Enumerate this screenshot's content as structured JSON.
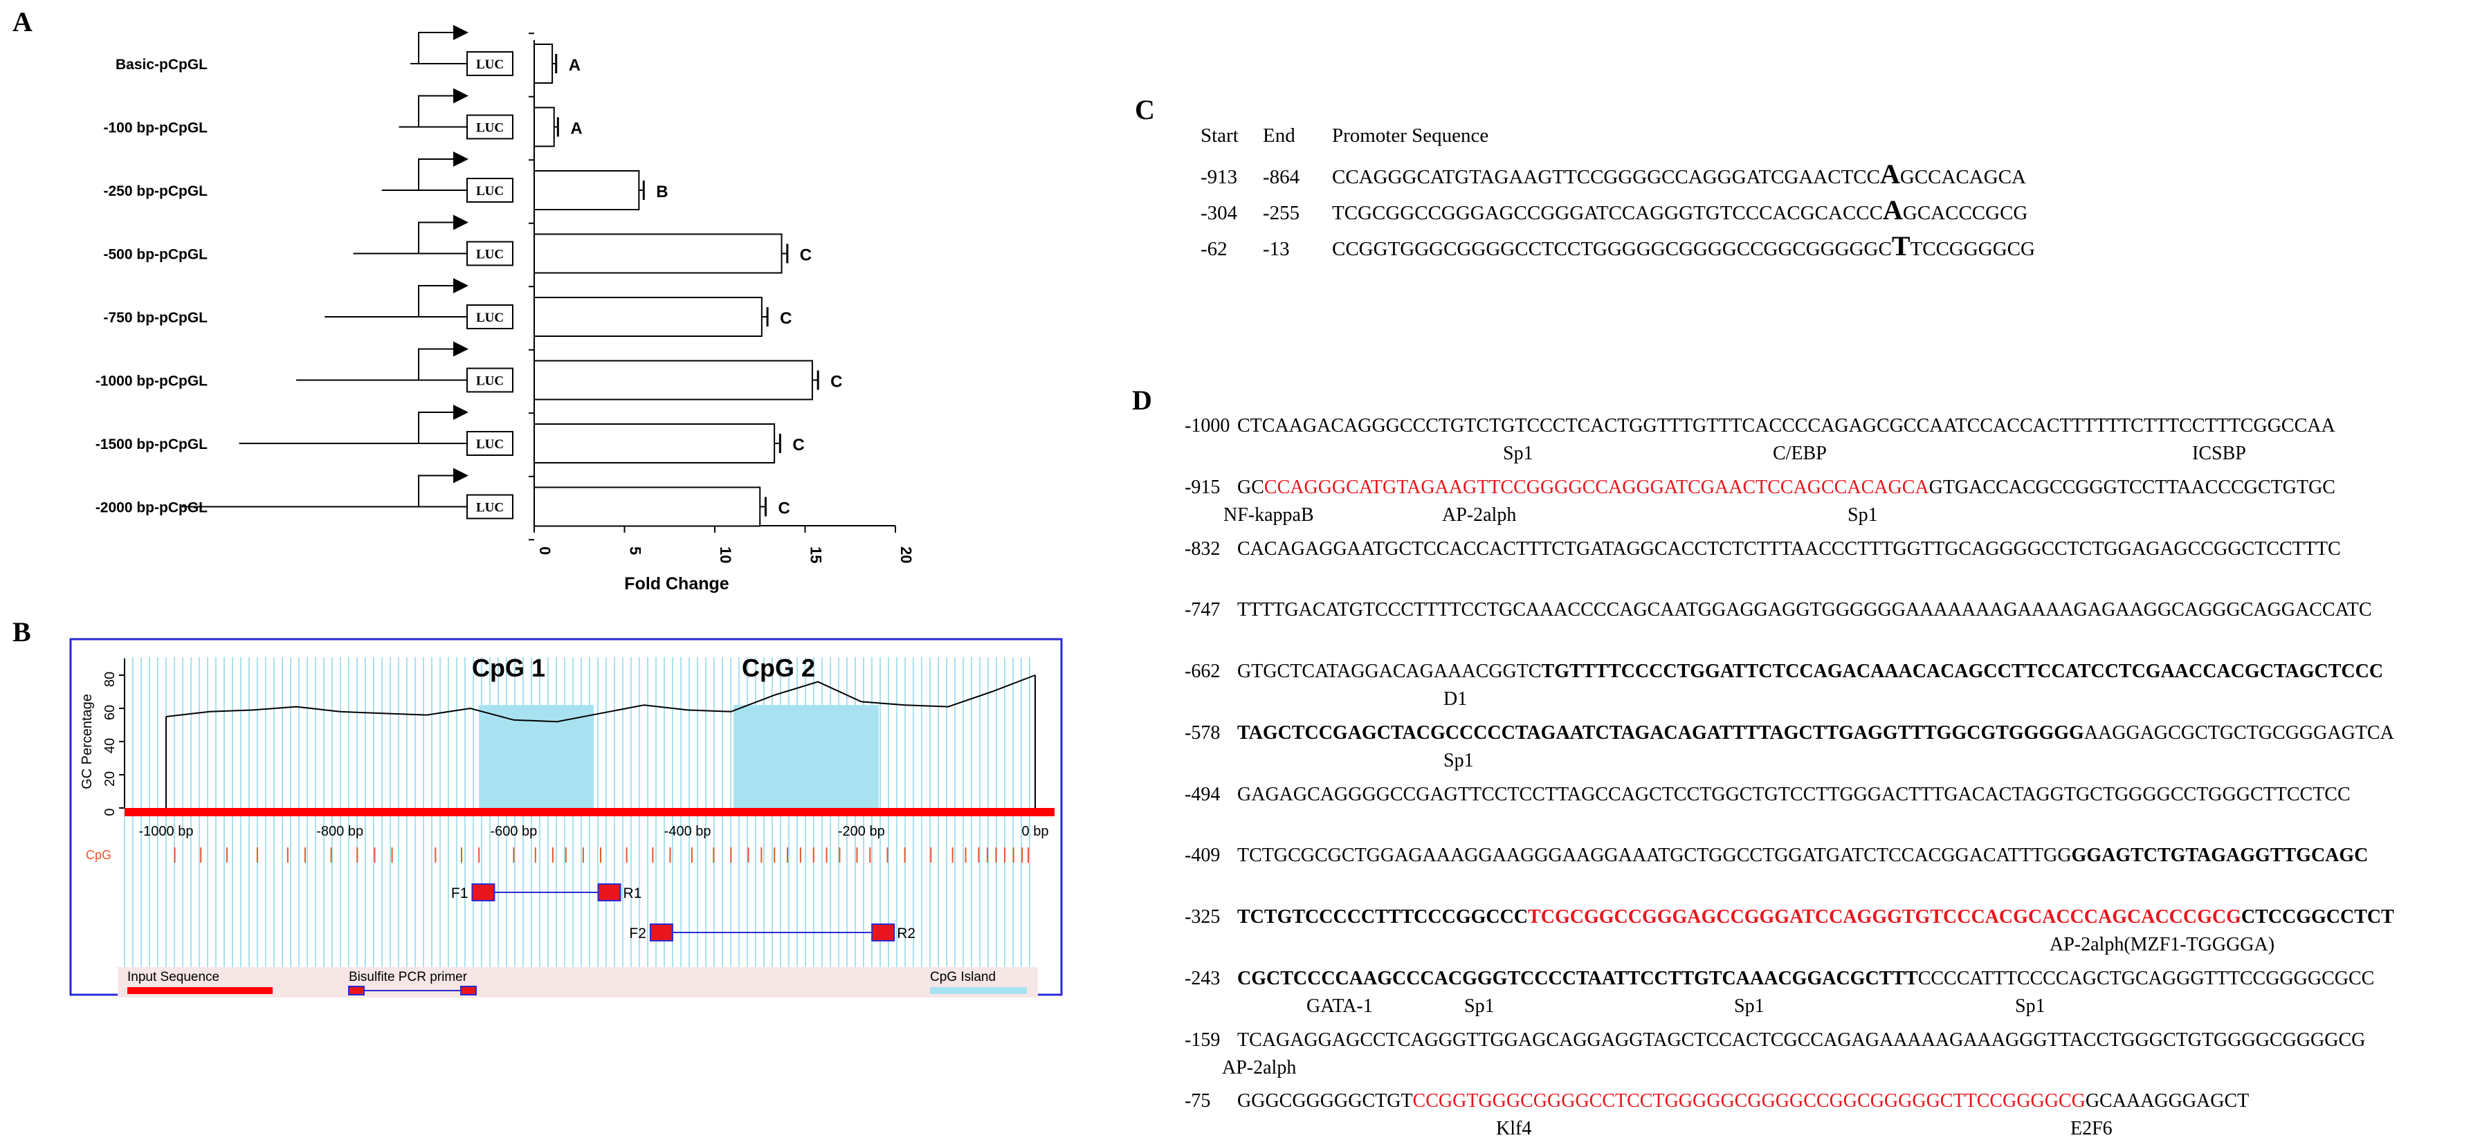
{
  "panel_a": {
    "letter": "A",
    "chart_data": {
      "type": "bar",
      "orientation": "horizontal",
      "categories": [
        "Basic-pCpGL",
        "-100 bp-pCpGL",
        "-250 bp-pCpGL",
        "-500 bp-pCpGL",
        "-750 bp-pCpGL",
        "-1000 bp-pCpGL",
        "-1500 bp-pCpGL",
        "-2000 bp-pCpGL"
      ],
      "values": [
        1.0,
        1.1,
        5.8,
        13.7,
        12.6,
        15.4,
        13.3,
        12.5
      ],
      "errors": [
        0.1,
        0.1,
        0.15,
        0.2,
        0.2,
        0.2,
        0.2,
        0.2
      ],
      "significance": [
        "A",
        "A",
        "B",
        "C",
        "C",
        "C",
        "C",
        "C"
      ],
      "promoter_length_bp": [
        0,
        100,
        250,
        500,
        750,
        1000,
        1500,
        2000
      ],
      "reporter_label": "LUC",
      "xlabel": "Fold Change",
      "xlim": [
        0,
        20
      ],
      "xticks": [
        "0",
        "5",
        "10",
        "15",
        "20"
      ],
      "bar_fill": "#ffffff",
      "bar_stroke": "#000000"
    }
  },
  "panel_b": {
    "letter": "B",
    "chart_data": {
      "type": "line",
      "ylabel": "GC Percentage",
      "yticks": [
        "0",
        "20",
        "40",
        "60",
        "80"
      ],
      "xticks": [
        "-1000 bp",
        "-800 bp",
        "-600 bp",
        "-400 bp",
        "-200 bp",
        "0 bp"
      ],
      "xlim": [
        -1000,
        0
      ],
      "ylim": [
        0,
        90
      ],
      "x": [
        -1000,
        -950,
        -900,
        -850,
        -800,
        -750,
        -700,
        -650,
        -600,
        -550,
        -500,
        -450,
        -400,
        -350,
        -300,
        -250,
        -200,
        -150,
        -100,
        -50,
        0
      ],
      "y": [
        55,
        58,
        59,
        61,
        58,
        57,
        56,
        60,
        53,
        52,
        57,
        62,
        59,
        58,
        68,
        76,
        64,
        62,
        61,
        70,
        80
      ],
      "islands": [
        {
          "name": "CpG 1",
          "start": -640,
          "end": -508
        },
        {
          "name": "CpG 2",
          "start": -347,
          "end": -180
        }
      ],
      "track_label": "CpG",
      "primers": [
        {
          "forward": "F1",
          "reverse": "R1",
          "start": -635,
          "end": -490
        },
        {
          "forward": "F2",
          "reverse": "R2",
          "start": -430,
          "end": -175
        }
      ],
      "legend": [
        "Input Sequence",
        "Bisulfite PCR primer",
        "CpG Island"
      ],
      "colors": {
        "input": "#ff0000",
        "island": "#a8e2f0",
        "border": "#2a2ad4",
        "stripe": "#a8e2f0",
        "cpg": "#e8552a",
        "legend_bg": "#f7e6e6"
      }
    }
  },
  "panel_c": {
    "letter": "C",
    "headers": {
      "start": "Start",
      "end": "End",
      "seq": "Promoter Sequence"
    },
    "rows": [
      {
        "start": "-913",
        "end": "-864",
        "pre": "CCAGGGCATGTAGAAGTTCCGGGGCCAGGGATCGAACTCC",
        "mark": "A",
        "post": "GCCACAGCA"
      },
      {
        "start": "-304",
        "end": "-255",
        "pre": "TCGCGGCCGGGAGCCGGGATCCAGGGTGTCCCACGCACCC",
        "mark": "A",
        "post": "GCACCCGCG"
      },
      {
        "start": "-62",
        "end": "-13",
        "pre": "CCGGTGGGCGGGGCCTCCTGGGGGCGGGGCCGGCGGGGGC",
        "mark": "T",
        "post": "TCCGGGGCG"
      }
    ]
  },
  "panel_d": {
    "letter": "D",
    "lines": [
      {
        "pos": "-1000",
        "segs": [
          {
            "t": "CTCAAGACAGGGCCCTGTCTGTCCCTCACTGGTTTGTTTCACCCCAGAGCGCCAATCCACCACTTTTTTCTTTCCTTTCGGCCAA",
            "c": ""
          }
        ]
      },
      {
        "pos": "-915",
        "segs": [
          {
            "t": "GC",
            "c": ""
          },
          {
            "t": "CCAGGGCATGTAGAAGTTCCGGGGCCAGGGATCGAACTCCAGCCACAGCA",
            "c": "red"
          },
          {
            "t": "GTGACCACGCCGGGTCCTTAACCCGCTGTGC",
            "c": ""
          }
        ]
      },
      {
        "pos": "-832",
        "segs": [
          {
            "t": "CACAGAGGAATGCTCCACCACTTTCTGATAGGCACCTCTCTTTAACCCTTTGGTTGCAGGGGCCTCTGGAGAGCCGGCTCCTTTC",
            "c": ""
          }
        ]
      },
      {
        "pos": "-747",
        "segs": [
          {
            "t": "TTTTGACATGTCCCTTTTCCTGCAAACCCCAGCAATGGAGGAGGTGGGGGGAAAAAAAGAAAAGAGAAGGCAGGGCAGGACCATC",
            "c": ""
          }
        ]
      },
      {
        "pos": "-662",
        "segs": [
          {
            "t": "GTGCTCATAGGACAGAAACGGTC",
            "c": ""
          },
          {
            "t": "TGTTTTCCCCTGGATTCTCCAGACAAACACAGCCTTCCATCCTCGAACCACGCTAGCTCCC",
            "c": "b"
          }
        ]
      },
      {
        "pos": "-578",
        "segs": [
          {
            "t": "TAGCTCCGAGCTACGCCCCCTAGAATCTAGACAGATTTTAGCTTGAGGTTTGGCGTGGGGG",
            "c": "b"
          },
          {
            "t": "AAGGAGCGCTGCTGCGGGAGTCA",
            "c": ""
          }
        ]
      },
      {
        "pos": "-494",
        "segs": [
          {
            "t": "GAGAGCAGGGGCCGAGTTCCTCCTTAGCCAGCTCCTGGCTGTCCTTGGGACTTTGACACTAGGTGCTGGGGCCTGGGCTTCCTCC",
            "c": ""
          }
        ]
      },
      {
        "pos": "-409",
        "segs": [
          {
            "t": "TCTGCGCGCTGGAGAAAGGAAGGGAAGGAAATGCTGGCCTGGATGATCTCCACGGACATTTGG",
            "c": ""
          },
          {
            "t": "GGAGTCTGTAGAGGTTGCAGC",
            "c": "b"
          }
        ]
      },
      {
        "pos": "-325",
        "segs": [
          {
            "t": "TCTGTCCCCCTTTCCCGGCCC",
            "c": "b"
          },
          {
            "t": "TCGCGGCCGGGAGCCGGGATCCAGGGTGTCCCACGCACCCAGCACCCGCG",
            "c": "red b"
          },
          {
            "t": "CTCCGGCCTCT",
            "c": "b"
          }
        ]
      },
      {
        "pos": "-243",
        "segs": [
          {
            "t": "CGCTCCCCAAGCCCACGGGTCCCCTAATTCCTTGTCAAACGGACGCTTT",
            "c": "b"
          },
          {
            "t": "CCCCATTTCCCCAGCTGCAGGGTTTCCGGGGCGCC",
            "c": ""
          }
        ]
      },
      {
        "pos": "-159",
        "segs": [
          {
            "t": "TCAGAGGAGCCTCAGGGTTGGAGCAGGAGGTAGCTCCACTCGCCAGAGAAAAAGAAAGGGTTACCTGGGCTGTGGGGCGGGGCG",
            "c": ""
          }
        ]
      },
      {
        "pos": "-75",
        "segs": [
          {
            "t": "GGGCGGGGGCTGT",
            "c": ""
          },
          {
            "t": "CCGGTGGGCGGGGCCTCCTGGGGGCGGGGCCGGCGGGGGCTTCCGGGGCG",
            "c": "red"
          },
          {
            "t": "GCAAAGGGAGCT",
            "c": ""
          }
        ]
      }
    ],
    "annotations": [
      {
        "text": "Sp1",
        "row": 1
      },
      {
        "text": "C/EBP",
        "row": 1
      },
      {
        "text": "ICSBP",
        "row": 1
      },
      {
        "text": "NF-kappaB",
        "row": 2
      },
      {
        "text": "AP-2alph",
        "row": 2
      },
      {
        "text": "Sp1",
        "row": 2
      },
      {
        "text": "D1",
        "row": 5
      },
      {
        "text": "Sp1",
        "row": 6
      },
      {
        "text": "AP-2alph(MZF1-TGGGGA)",
        "row": 9
      },
      {
        "text": "GATA-1",
        "row": 10
      },
      {
        "text": "Sp1",
        "row": 10
      },
      {
        "text": "Sp1",
        "row": 10
      },
      {
        "text": "Sp1",
        "row": 10
      },
      {
        "text": "AP-2alph",
        "row": 11
      },
      {
        "text": "Klf4",
        "row": 13
      },
      {
        "text": "E2F6",
        "row": 13
      }
    ]
  }
}
